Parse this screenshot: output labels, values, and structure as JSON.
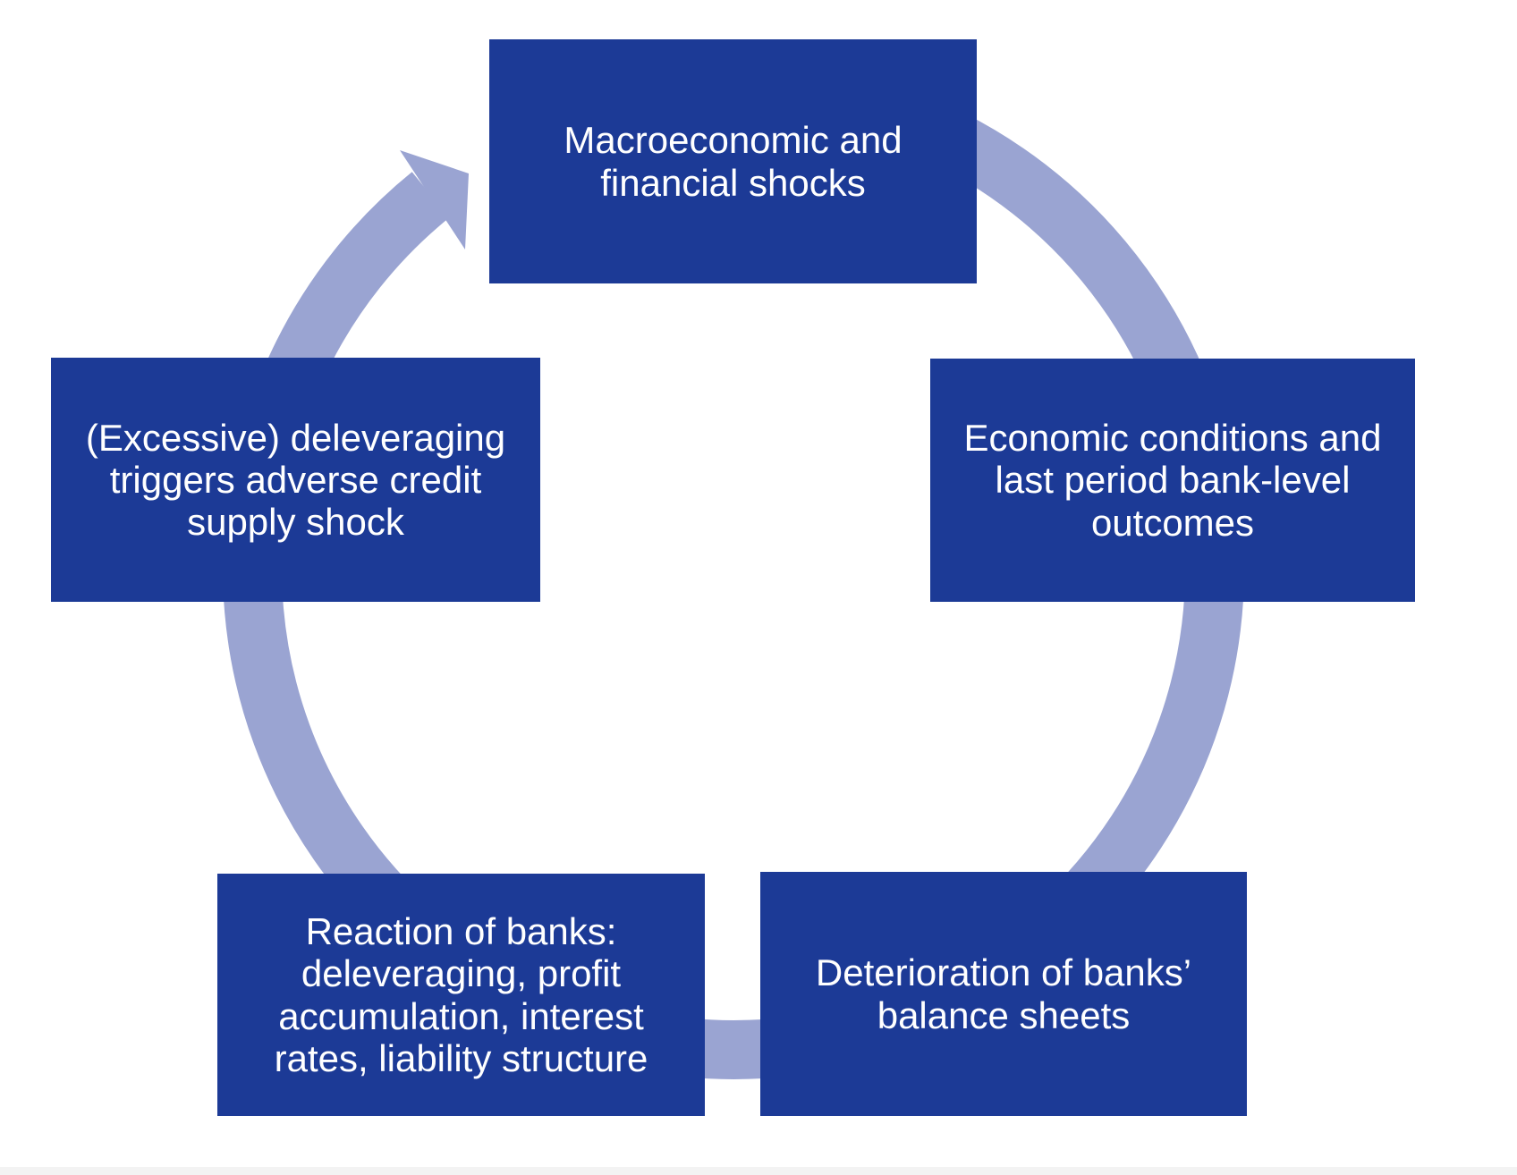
{
  "diagram": {
    "colors": {
      "box": "#1c3a96",
      "arc": "#9aa4d2",
      "text": "#ffffff",
      "background": "#ffffff",
      "bottom_strip": "#f3f3f3"
    },
    "arrow": {
      "name": "circular-clockwise-arrow",
      "direction": "clockwise"
    },
    "boxes": [
      {
        "id": "macroeconomic-shocks",
        "text": "Macroeconomic and\nfinancial shocks"
      },
      {
        "id": "economic-conditions",
        "text": "Economic conditions and\nlast period bank-level\noutcomes"
      },
      {
        "id": "balance-sheet-deterioration",
        "text": "Deterioration of banks’\nbalance sheets"
      },
      {
        "id": "bank-reaction",
        "text": "Reaction of banks:\ndeleveraging, profit\naccumulation, interest\nrates, liability structure"
      },
      {
        "id": "credit-supply-shock",
        "text": "(Excessive) deleveraging\ntriggers adverse credit\nsupply shock"
      }
    ]
  }
}
